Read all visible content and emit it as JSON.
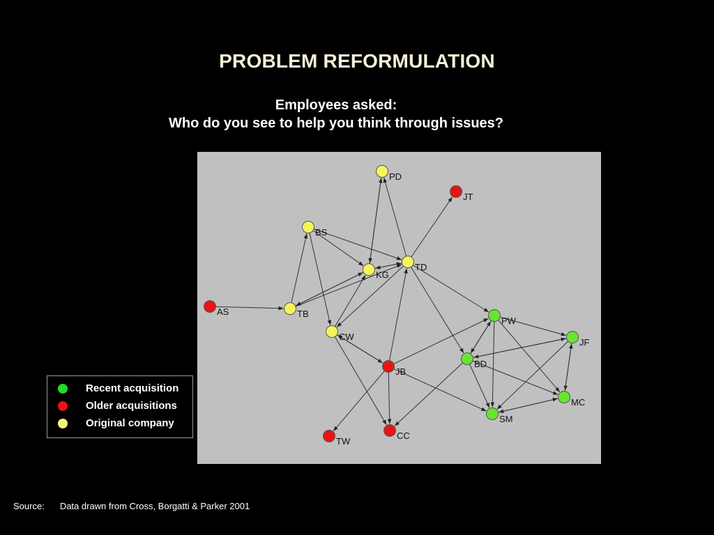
{
  "slide": {
    "title": "PROBLEM REFORMULATION",
    "question_line1": "Employees asked:",
    "question_line2": "Who do you see to help you think through issues?"
  },
  "network": {
    "colors": {
      "recent": "#66e630",
      "older": "#e81414",
      "original": "#f5f55a",
      "edge": "#333333",
      "node_stroke": "#555555",
      "background": "#c0c0c0"
    },
    "nodes": [
      {
        "id": "PD",
        "label": "PD",
        "group": "original"
      },
      {
        "id": "JT",
        "label": "JT",
        "group": "older"
      },
      {
        "id": "BS",
        "label": "BS",
        "group": "original"
      },
      {
        "id": "KG",
        "label": "KG",
        "group": "original"
      },
      {
        "id": "TD",
        "label": "TD",
        "group": "original"
      },
      {
        "id": "AS",
        "label": "AS",
        "group": "older"
      },
      {
        "id": "TB",
        "label": "TB",
        "group": "original"
      },
      {
        "id": "CW",
        "label": "CW",
        "group": "original"
      },
      {
        "id": "PW",
        "label": "PW",
        "group": "recent"
      },
      {
        "id": "JF",
        "label": "JF",
        "group": "recent"
      },
      {
        "id": "BD",
        "label": "BD",
        "group": "recent"
      },
      {
        "id": "JB",
        "label": "JB",
        "group": "older"
      },
      {
        "id": "MC",
        "label": "MC",
        "group": "recent"
      },
      {
        "id": "SM",
        "label": "SM",
        "group": "recent"
      },
      {
        "id": "TW",
        "label": "TW",
        "group": "older"
      },
      {
        "id": "CC",
        "label": "CC",
        "group": "older"
      }
    ],
    "edges": [
      [
        "AS",
        "TB"
      ],
      [
        "BS",
        "KG"
      ],
      [
        "BS",
        "TD"
      ],
      [
        "BS",
        "CW"
      ],
      [
        "TB",
        "BS"
      ],
      [
        "KG",
        "PD"
      ],
      [
        "TD",
        "PD"
      ],
      [
        "PD",
        "KG"
      ],
      [
        "TD",
        "JT"
      ],
      [
        "KG",
        "TD"
      ],
      [
        "TD",
        "KG"
      ],
      [
        "TB",
        "KG"
      ],
      [
        "TB",
        "TD"
      ],
      [
        "KG",
        "TB"
      ],
      [
        "CW",
        "KG"
      ],
      [
        "TD",
        "CW"
      ],
      [
        "TD",
        "PW"
      ],
      [
        "TD",
        "BD"
      ],
      [
        "JB",
        "TD"
      ],
      [
        "CW",
        "JB"
      ],
      [
        "JB",
        "CW"
      ],
      [
        "JB",
        "PW"
      ],
      [
        "JB",
        "SM"
      ],
      [
        "JB",
        "TW"
      ],
      [
        "JB",
        "CC"
      ],
      [
        "CW",
        "CC"
      ],
      [
        "PW",
        "JF"
      ],
      [
        "BD",
        "PW"
      ],
      [
        "PW",
        "BD"
      ],
      [
        "PW",
        "SM"
      ],
      [
        "PW",
        "MC"
      ],
      [
        "JF",
        "BD"
      ],
      [
        "BD",
        "JF"
      ],
      [
        "BD",
        "SM"
      ],
      [
        "BD",
        "MC"
      ],
      [
        "BD",
        "CC"
      ],
      [
        "JF",
        "SM"
      ],
      [
        "JF",
        "MC"
      ],
      [
        "MC",
        "JF"
      ],
      [
        "MC",
        "SM"
      ],
      [
        "SM",
        "MC"
      ]
    ]
  },
  "legend": [
    {
      "label": "Recent acquisition",
      "color": "#22dd22"
    },
    {
      "label": "Older acquisitions",
      "color": "#ee1111"
    },
    {
      "label": "Original company",
      "color": "#f5f57a"
    }
  ],
  "source": {
    "label": "Source:",
    "text": "Data drawn from Cross, Borgatti & Parker 2001"
  }
}
